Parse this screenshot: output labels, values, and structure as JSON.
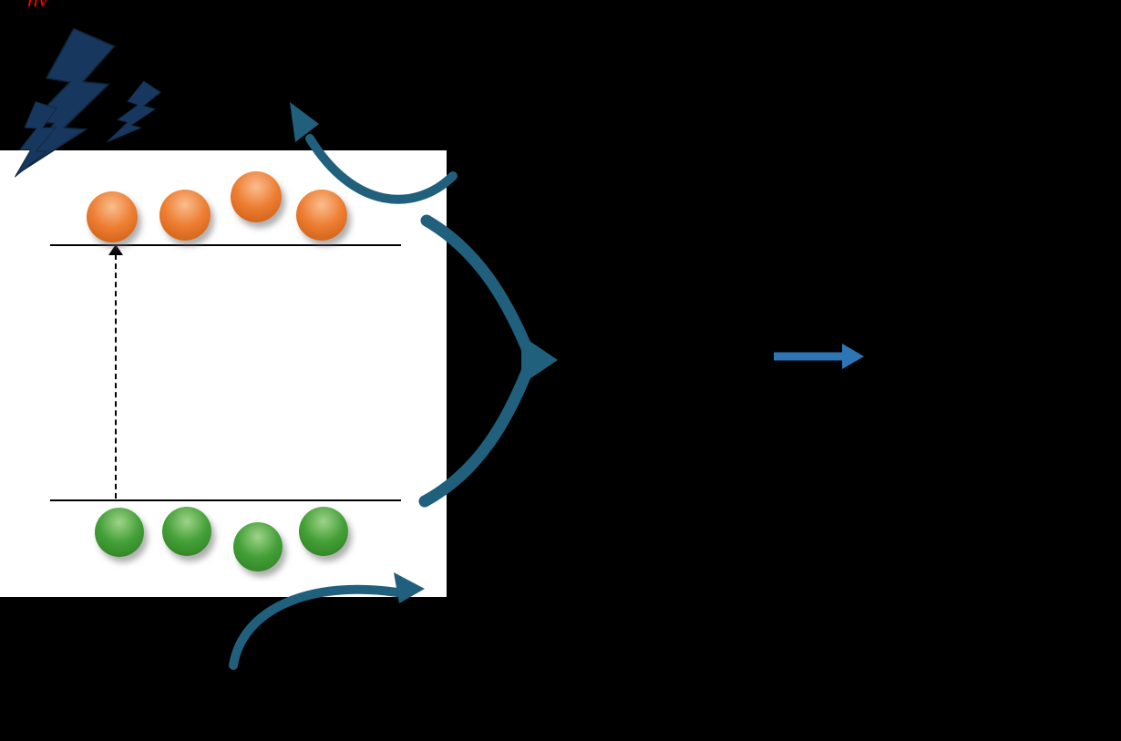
{
  "page": {
    "background": "#000000"
  },
  "photon_label": {
    "text": "hν"
  },
  "colors": {
    "panel_background": "#FFFFFF",
    "band_line": "#000000",
    "electron_orange": "#ED7D31",
    "electron_orange_light": "#F9BE8F",
    "electron_orange_dark": "#C55A11",
    "hole_green": "#44A038",
    "hole_green_light": "#9FD38A",
    "hole_green_dark": "#2C7A1F",
    "curved_arrow": "#20607C",
    "straight_arrow": "#2E75B6",
    "lightning": "#17375E",
    "photon_text": "#FF0000"
  },
  "diagram": {
    "type": "photoexcitation-band-diagram",
    "conduction_band": {
      "name": "conduction-band",
      "electron_count": 4,
      "electron_color": "#ED7D31"
    },
    "valence_band": {
      "name": "valence-band",
      "electron_count": 4,
      "electron_color": "#44A038"
    },
    "excitation": {
      "style": "dashed",
      "direction": "up",
      "from": "valence-band",
      "to": "conduction-band"
    },
    "lightning_bolt_count": 3,
    "arrows": [
      {
        "name": "electron-transfer-arrow",
        "shape": "curved",
        "direction": "up-left",
        "position": "top-right-of-panel"
      },
      {
        "name": "charge-output-arrow",
        "shape": "double-curved-converging",
        "direction": "right",
        "position": "right-of-panel"
      },
      {
        "name": "hole-transfer-arrow",
        "shape": "curved",
        "direction": "up-right",
        "position": "below-panel"
      },
      {
        "name": "reaction-step-arrow",
        "shape": "straight",
        "direction": "right",
        "position": "center-right"
      }
    ]
  }
}
